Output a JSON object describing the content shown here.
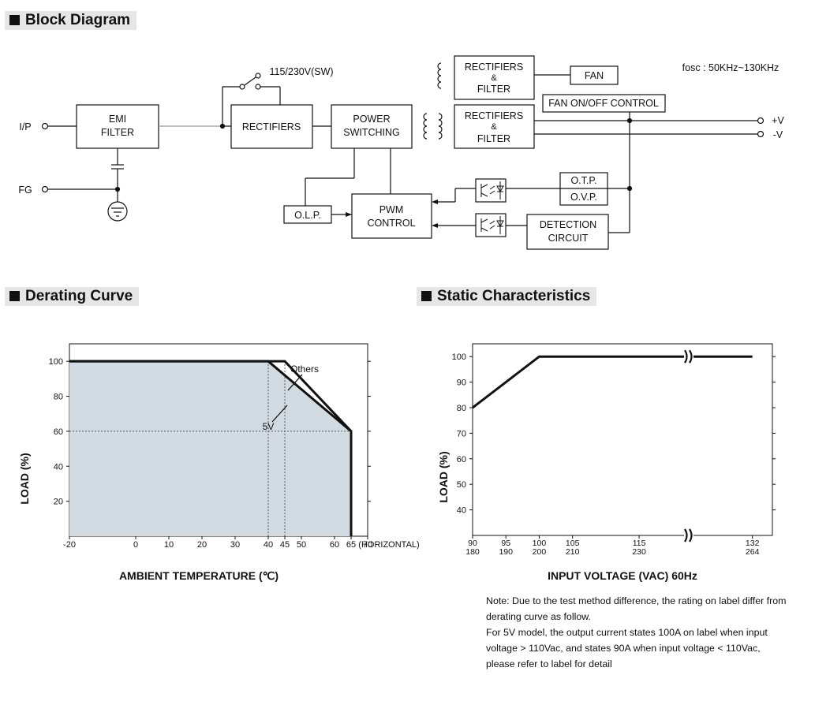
{
  "sections": {
    "block_diagram": "Block Diagram",
    "derating": "Derating Curve",
    "static": "Static Characteristics"
  },
  "block_diagram": {
    "ip": "I/P",
    "fg": "FG",
    "emi1": "EMI",
    "emi2": "FILTER",
    "switch_label": "115/230V(SW)",
    "rectifiers": "RECTIFIERS",
    "power1": "POWER",
    "power2": "SWITCHING",
    "rf1": "RECTIFIERS",
    "rf_amp": "&",
    "rf2": "FILTER",
    "fan": "FAN",
    "fan_ctrl": "FAN ON/OFF CONTROL",
    "fosc": "fosc : 50KHz~130KHz",
    "vplus": "+V",
    "vminus": "-V",
    "otp": "O.T.P.",
    "ovp": "O.V.P.",
    "detect1": "DETECTION",
    "detect2": "CIRCUIT",
    "olp": "O.L.P.",
    "pwm1": "PWM",
    "pwm2": "CONTROL"
  },
  "chart_data": [
    {
      "type": "area",
      "title": "",
      "xlabel": "AMBIENT TEMPERATURE (℃)",
      "ylabel": "LOAD (%)",
      "xlim": [
        -20,
        70
      ],
      "ylim": [
        0,
        110
      ],
      "x_ticks": [
        -20,
        0,
        10,
        20,
        30,
        40,
        45,
        50,
        60,
        65,
        70
      ],
      "x_tick_labels": [
        "-20",
        "0",
        "10",
        "20",
        "30",
        "40",
        "45",
        "50",
        "60",
        "65",
        "70"
      ],
      "x_suffix": "(HORIZONTAL)",
      "y_ticks": [
        20,
        40,
        60,
        80,
        100
      ],
      "y_tick_labels": [
        "20",
        "40",
        "60",
        "80",
        "100"
      ],
      "grid": false,
      "series": [
        {
          "name": "Others",
          "x": [
            -20,
            45,
            65,
            65
          ],
          "y": [
            100,
            100,
            60,
            0
          ]
        },
        {
          "name": "5V",
          "x": [
            -20,
            40,
            65,
            65
          ],
          "y": [
            100,
            100,
            60,
            0
          ]
        }
      ],
      "annotations": [
        "Others",
        "5V"
      ]
    },
    {
      "type": "line",
      "title": "",
      "xlabel": "INPUT VOLTAGE (VAC) 60Hz",
      "ylabel": "LOAD (%)",
      "xlim": [
        90,
        135
      ],
      "ylim": [
        30,
        105
      ],
      "x_ticks": [
        90,
        95,
        100,
        105,
        115,
        132
      ],
      "x_tick_labels": [
        "90",
        "95",
        "100",
        "105",
        "115",
        "132"
      ],
      "x_tick_labels2": [
        "180",
        "190",
        "200",
        "210",
        "230",
        "264"
      ],
      "y_ticks": [
        40,
        50,
        60,
        70,
        80,
        90,
        100
      ],
      "y_tick_labels": [
        "40",
        "50",
        "60",
        "70",
        "80",
        "90",
        "100"
      ],
      "grid": false,
      "series": [
        {
          "x": [
            90,
            100,
            132
          ],
          "y": [
            80,
            100,
            100
          ]
        }
      ]
    }
  ],
  "note": {
    "l1": "Note: Due to the test method difference, the rating on label differ from",
    "l2": "derating curve as follow.",
    "l3": "For 5V model, the output current states 100A on label when input",
    "l4": "voltage > 110Vac, and states 90A when input voltage < 110Vac,",
    "l5": "please refer to label for detail"
  }
}
